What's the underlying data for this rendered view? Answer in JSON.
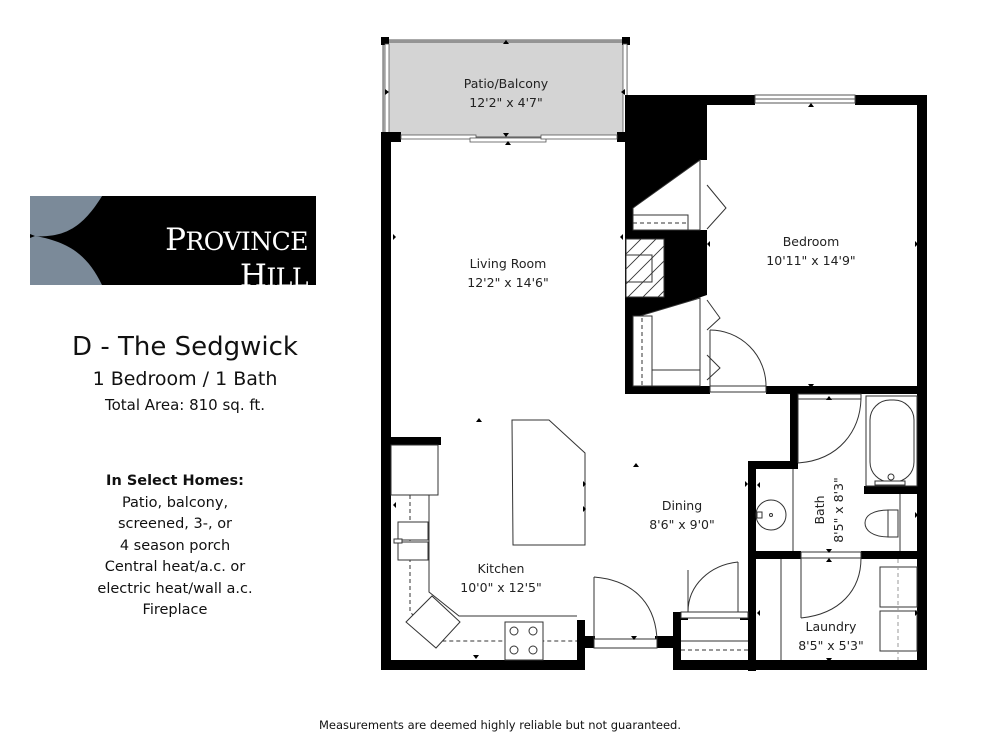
{
  "brand": {
    "name": "Province Hill",
    "logo_text_first": "P",
    "logo_text_rest": "ROVINCE ",
    "logo_text_second_first": "H",
    "logo_text_second_rest": "ILL",
    "colors": {
      "background": "#000000",
      "accent": "#7b8a99",
      "text": "#ffffff"
    }
  },
  "unit": {
    "title": "D - The Sedgwick",
    "subtitle": "1 Bedroom / 1 Bath",
    "total_area": "Total Area: 810 sq. ft."
  },
  "features": {
    "heading": "In Select Homes:",
    "lines": [
      "Patio, balcony,",
      "screened, 3-, or",
      "4 season porch",
      "Central heat/a.c. or",
      "electric heat/wall a.c.",
      "Fireplace"
    ]
  },
  "rooms": {
    "patio": {
      "name": "Patio/Balcony",
      "size": "12'2\" x 4'7\""
    },
    "living": {
      "name": "Living Room",
      "size": "12'2\" x 14'6\""
    },
    "bedroom": {
      "name": "Bedroom",
      "size": "10'11\" x 14'9\""
    },
    "dining": {
      "name": "Dining",
      "size": "8'6\" x 9'0\""
    },
    "kitchen": {
      "name": "Kitchen",
      "size": "10'0\" x 12'5\""
    },
    "bath": {
      "name": "Bath",
      "size": "8'5\" x 8'3\""
    },
    "laundry": {
      "name": "Laundry",
      "size": "8'5\" x 5'3\""
    }
  },
  "plan_colors": {
    "wall": "#000000",
    "patio_fill": "#d4d4d4",
    "line": "#555555"
  },
  "footer": {
    "disclaimer": "Measurements are deemed highly reliable but not guaranteed."
  }
}
